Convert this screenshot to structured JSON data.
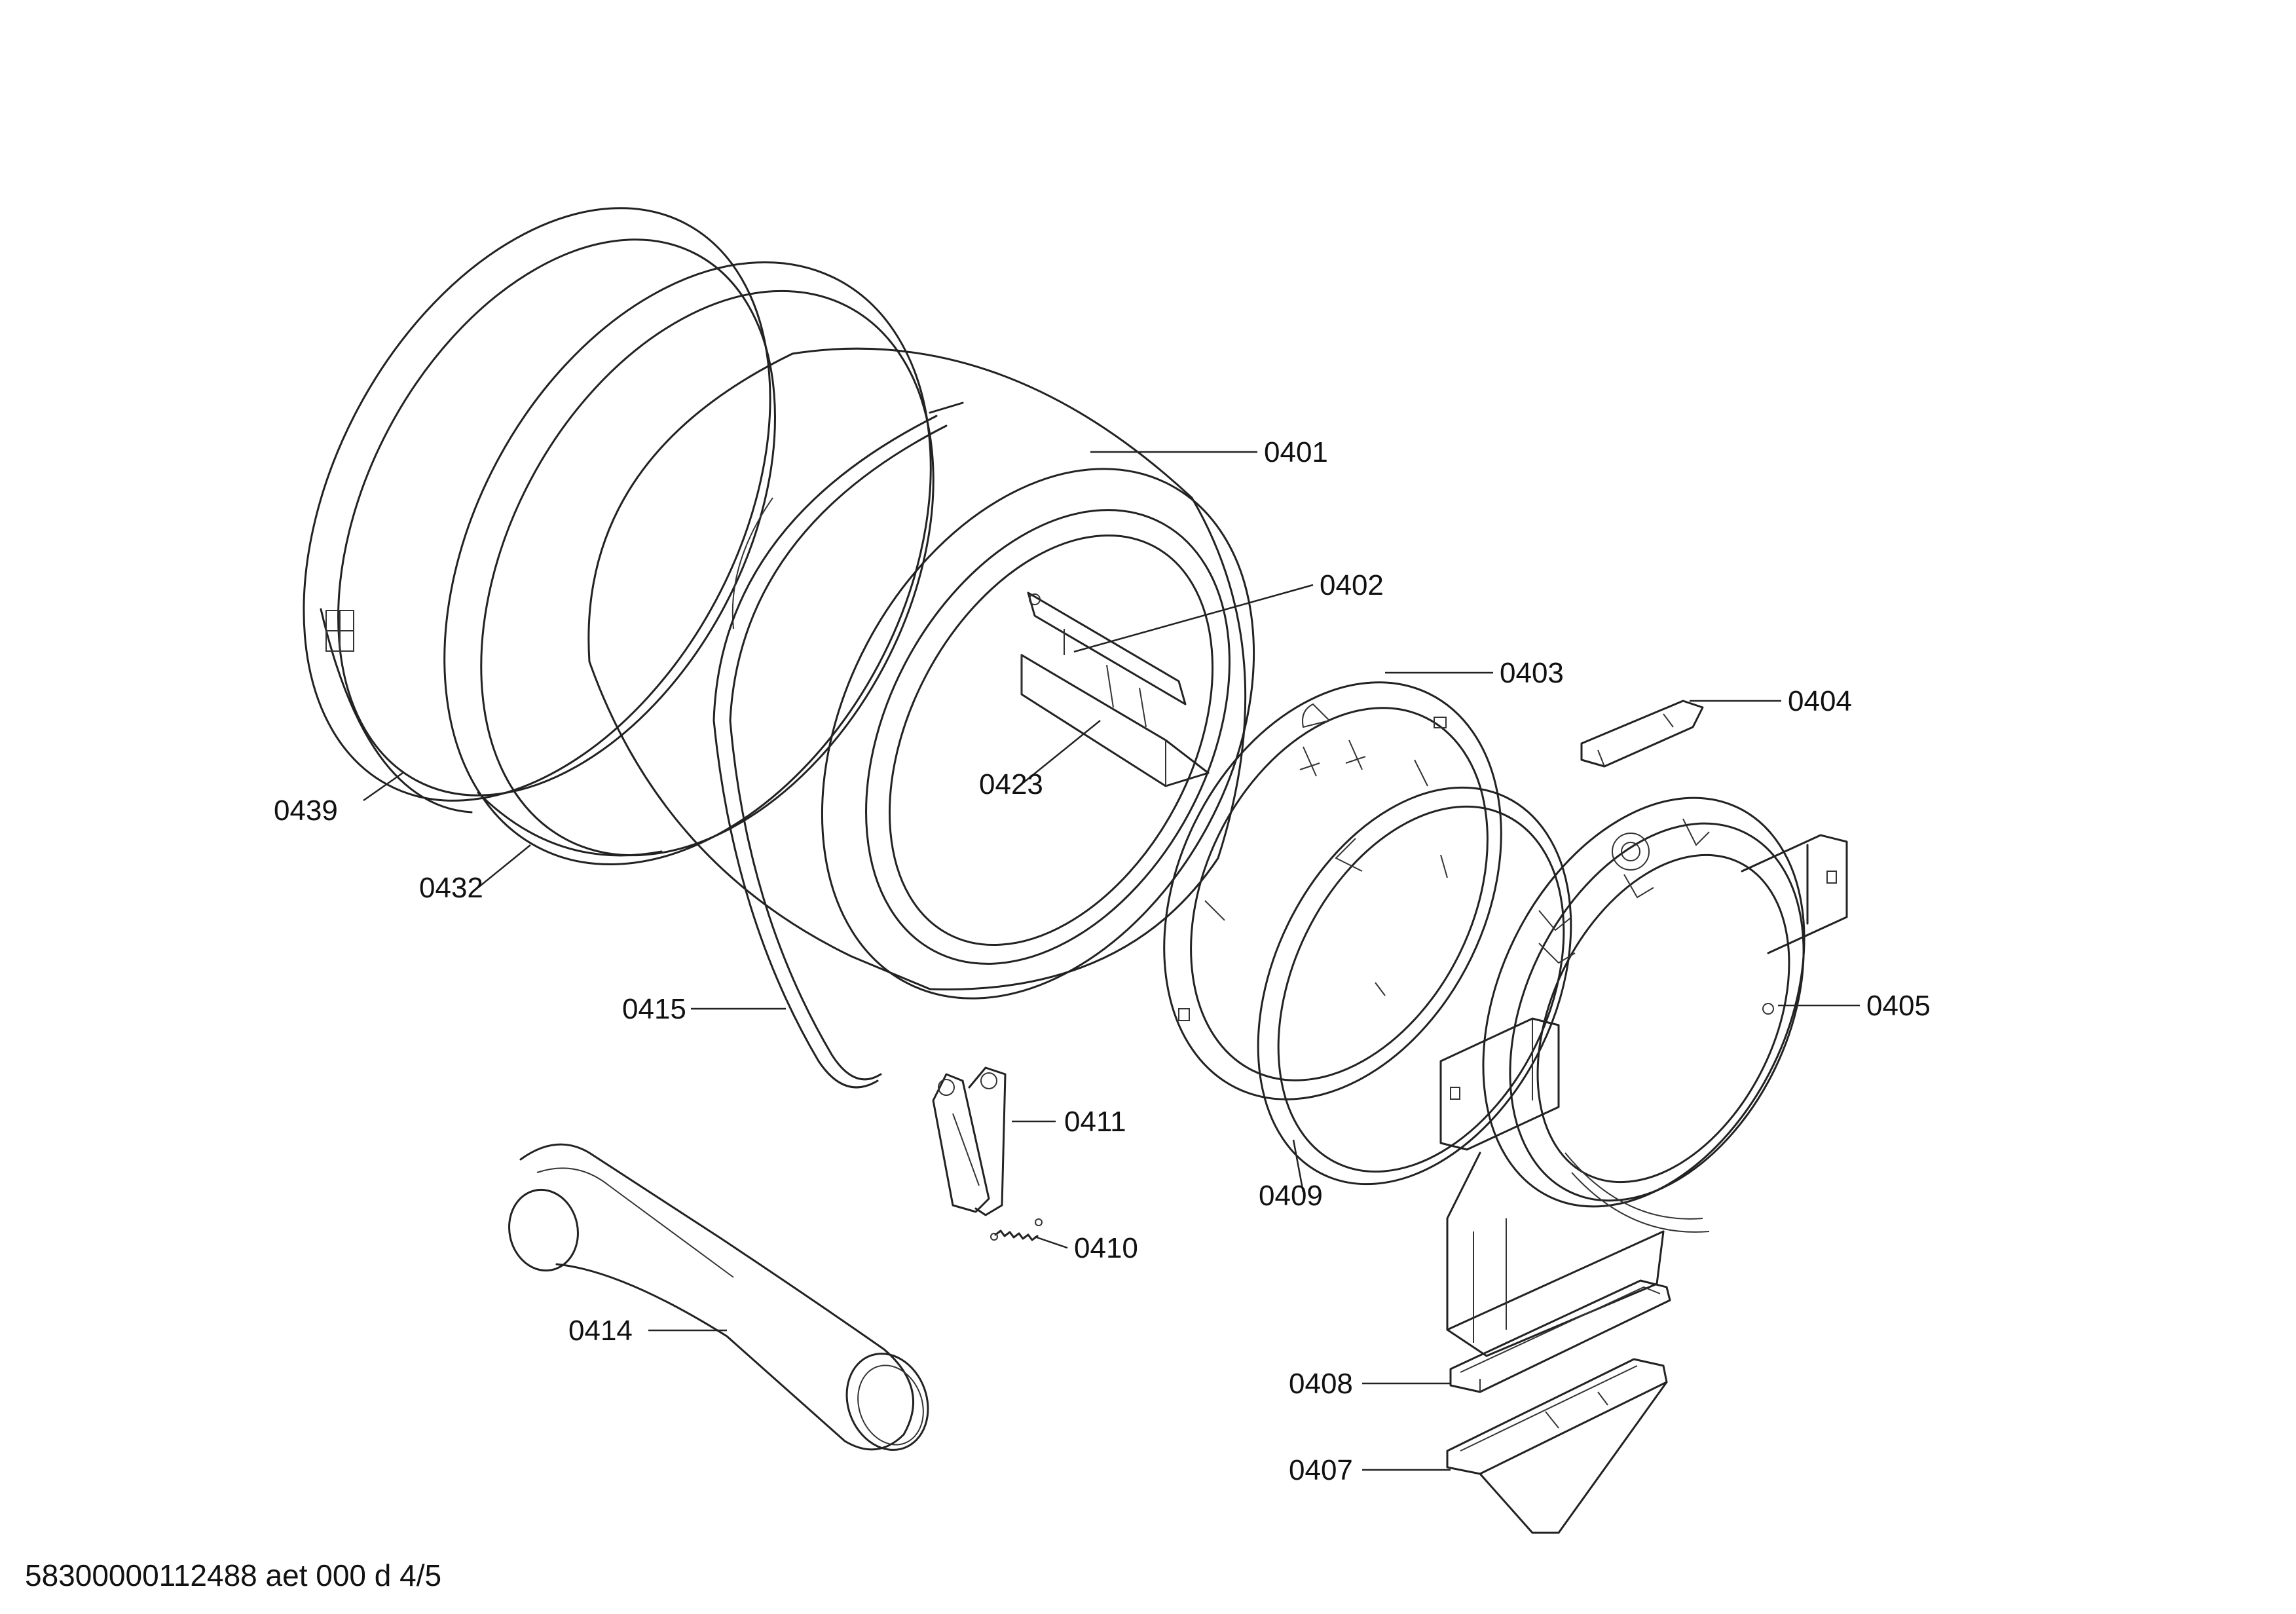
{
  "callouts": {
    "c0401": "0401",
    "c0402": "0402",
    "c0403": "0403",
    "c0404": "0404",
    "c0405": "0405",
    "c0407": "0407",
    "c0408": "0408",
    "c0409": "0409",
    "c0410": "0410",
    "c0411": "0411",
    "c0414": "0414",
    "c0415": "0415",
    "c0423": "0423",
    "c0432": "0432",
    "c0439": "0439"
  },
  "footer": {
    "document_code": "58300000112488 aet 000 d 4/5"
  },
  "colors": {
    "line": "#222222",
    "background": "#ffffff"
  }
}
